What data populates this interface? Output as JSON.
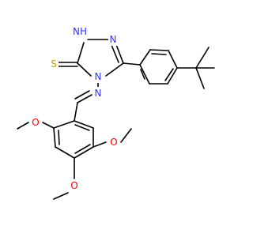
{
  "molecule": {
    "atom_labels": {
      "nh": "NH",
      "n_ring_top": "N",
      "n4": "N",
      "n_imine": "N",
      "s_thione": "S",
      "o1": "O",
      "o2": "O",
      "o3": "O"
    },
    "colors": {
      "carbon": "#000000",
      "nitrogen": "#3333ff",
      "sulfur": "#c8a000",
      "oxygen": "#ff0000"
    }
  }
}
